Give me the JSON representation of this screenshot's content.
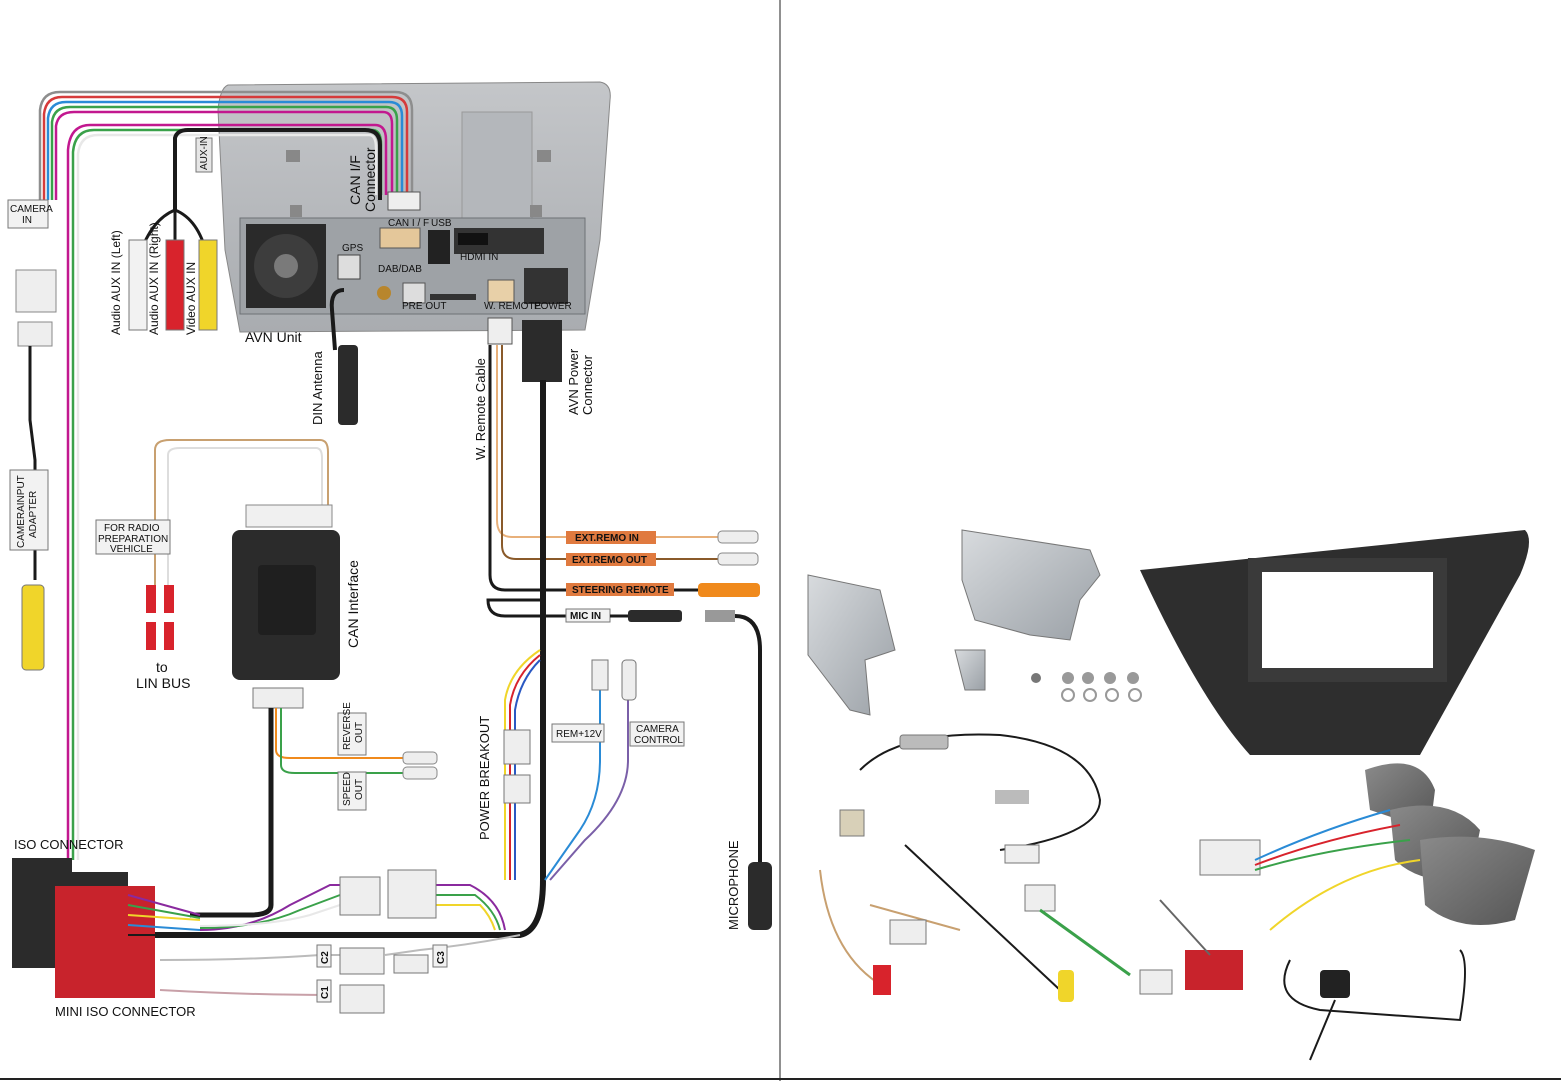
{
  "labels": {
    "camera_in": [
      "CAMERA",
      "IN"
    ],
    "aux_in": "AUX-IN",
    "audio_aux_left": "Audio AUX IN (Left)",
    "audio_aux_right": "Audio AUX IN (Right)",
    "video_aux_in": "Video AUX IN",
    "can_if_connector": [
      "CAN I/F",
      "Connector"
    ],
    "avn_unit": "AVN Unit",
    "din_antenna": "DIN  Antenna",
    "w_remote_cable": "W. Remote Cable",
    "avn_power_connector": [
      "AVN Power",
      "Connector"
    ],
    "camera_input_adapter": [
      "CAMERAINPUT",
      "ADAPTER"
    ],
    "for_radio_preparation": [
      "FOR RADIO",
      "PREPARATION",
      "VEHICLE"
    ],
    "can_interface": "CAN Interface",
    "to_lin_bus": [
      "to",
      "LIN BUS"
    ],
    "ext_remo_in": "EXT.REMO IN",
    "ext_remo_out": "EXT.REMO OUT",
    "steering_remote": "STEERING REMOTE",
    "mic_in": "MIC  IN",
    "reverse_out": [
      "REVERSE",
      "OUT"
    ],
    "speed_out": [
      "SPEED",
      "OUT"
    ],
    "power_breakout": "POWER BREAKOUT",
    "rem_12v": "REM+12V",
    "camera_control": [
      "CAMERA",
      "CONTROL"
    ],
    "microphone": "MICROPHONE",
    "iso_connector": "ISO CONNECTOR",
    "mini_iso_connector": "MINI ISO CONNECTOR",
    "c1": "C1",
    "c2": "C2",
    "c3": "C3"
  },
  "unit_panel": {
    "can_if": "CAN I / F",
    "usb": "USB",
    "hdmi_in": "HDMI IN",
    "gps": "GPS",
    "dab": "DAB/DAB",
    "pre_out": "PRE OUT",
    "w_remote": "W. REMOTE",
    "power": "POWER"
  },
  "colors": {
    "can_box": "#2b2b2b",
    "iso_red": "#c8232c",
    "ext_tag": "#e07a3f",
    "wire_black": "#1a1a1a",
    "wire_magenta": "#c2188f",
    "wire_green": "#3aa14a",
    "wire_orange": "#f08a1c",
    "trim_frame": "#2e2e2e"
  }
}
